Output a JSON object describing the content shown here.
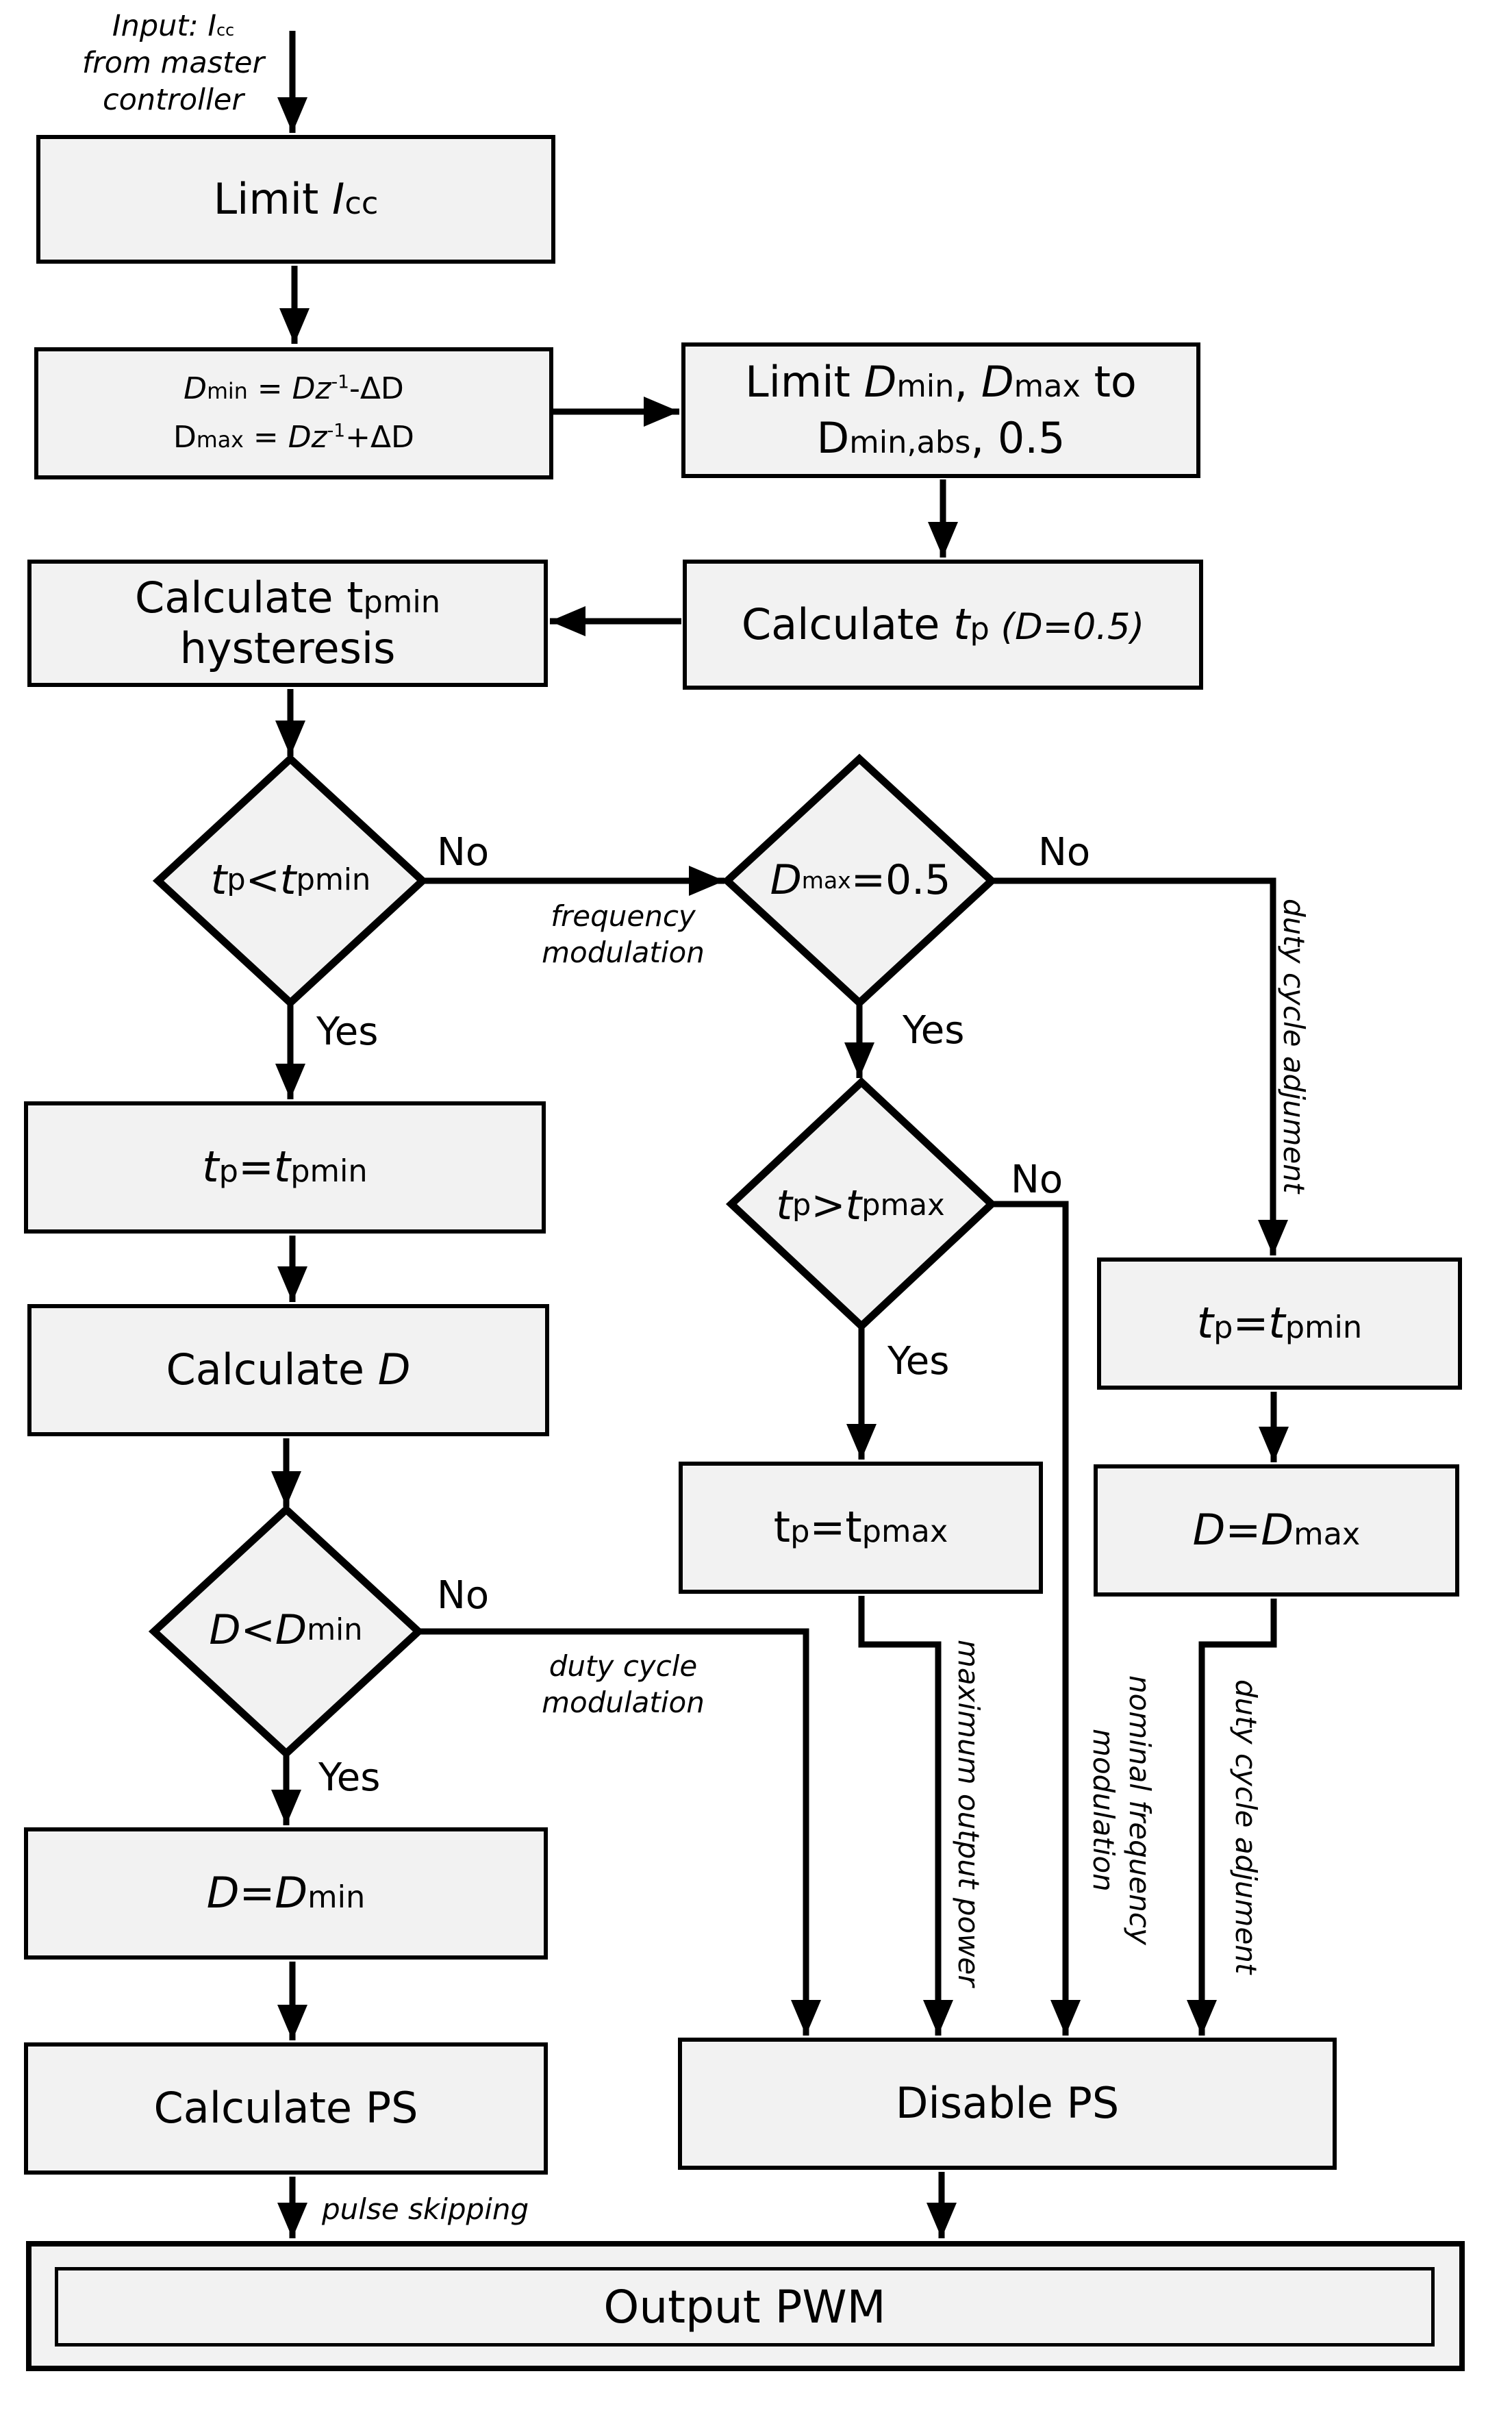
{
  "input": {
    "line1": "Input: I",
    "line1_sub": "cc",
    "line2": "from master",
    "line3": "controller"
  },
  "box_limit_icc": {
    "text": "Limit ",
    "var": "I",
    "sub": "cc"
  },
  "box_dmin_dmax": {
    "line1": {
      "var": "D",
      "sub": "min",
      "rhs_var": "Dz",
      "sup": "-1",
      "rhs_tail": "-ΔD",
      "eq": " = "
    },
    "line2": {
      "var": "D",
      "sub": "max",
      "rhs_var": "Dz",
      "sup": "-1",
      "rhs_tail": "+ΔD",
      "eq": " = "
    }
  },
  "box_limit_dminmax": {
    "line1_a": "Limit ",
    "line1_d1": "D",
    "line1_s1": "min",
    "line1_comma": ", ",
    "line1_d2": "D",
    "line1_s2": "max",
    "line1_to": " to",
    "line2_d": "D",
    "line2_s": "min,abs",
    "line2_tail": ", 0.5"
  },
  "box_calc_tp": {
    "text": "Calculate ",
    "var": "t",
    "sub": "p",
    "paren": " (D=0.5)"
  },
  "box_calc_tpmin": {
    "line1": "Calculate t",
    "line1_sub": "pmin",
    "line2": "hysteresis"
  },
  "dec_tp_lt_tpmin": {
    "a": "t",
    "a_sub": "p",
    "op": "<",
    "b": "t",
    "b_sub": "pmin"
  },
  "dec_dmax": {
    "a": "D",
    "a_sub": "max",
    "tail": "=0.5"
  },
  "dec_tp_gt_tpmax": {
    "a": "t",
    "a_sub": "p",
    "op": ">",
    "b": "t",
    "b_sub": "pmax"
  },
  "dec_d_lt_dmin": {
    "a": "D",
    "op": "<",
    "b": "D",
    "b_sub": "min"
  },
  "box_tp_eq_tpmin_left": {
    "a": "t",
    "a_sub": "p",
    "op": "=",
    "b": "t",
    "b_sub": "pmin"
  },
  "box_tp_eq_tpmin_right": {
    "a": "t",
    "a_sub": "p",
    "op": "=",
    "b": "t",
    "b_sub": "pmin"
  },
  "box_tp_eq_tpmax": {
    "a": "t",
    "a_sub": "p",
    "op": "=",
    "b": "t",
    "b_sub": "pmax"
  },
  "box_calc_d": {
    "text": "Calculate ",
    "var": "D"
  },
  "box_d_eq_dmax": {
    "a": "D",
    "op": "=",
    "b": "D",
    "b_sub": "max"
  },
  "box_d_eq_dmin": {
    "a": "D",
    "op": "=",
    "b": "D",
    "b_sub": "min"
  },
  "box_calc_ps": {
    "text": "Calculate PS"
  },
  "box_disable_ps": {
    "text": "Disable PS"
  },
  "box_output_pwm": {
    "text": "Output PWM"
  },
  "labels": {
    "no": "No",
    "yes": "Yes"
  },
  "notes": {
    "frequency_modulation": [
      "frequency",
      "modulation"
    ],
    "duty_cycle_modulation": [
      "duty cycle",
      "modulation"
    ],
    "pulse_skipping": "pulse skipping",
    "duty_cycle_adjument_top": "duty cycle adjument",
    "duty_cycle_adjument_bottom": "duty cycle adjument",
    "maximum_output_power": "maximum output power",
    "nominal_frequency_modulation": [
      "nominal frequency",
      "modulation"
    ]
  }
}
